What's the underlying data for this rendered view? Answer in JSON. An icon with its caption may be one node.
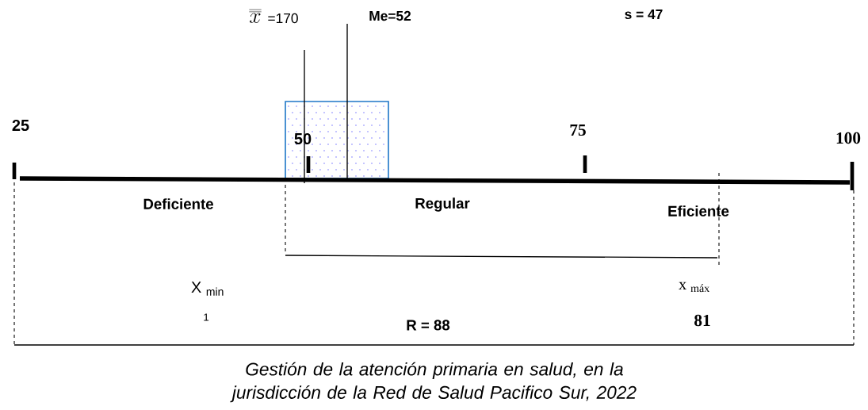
{
  "diagram": {
    "caption": "Gestión de la atención primaria en salud, en la jurisdicción de la Red de Salud Pacifico Sur, 2022",
    "labels": [
      "\\overline{\\overline{x}}",
      "=170",
      "Me=52",
      "s = 47",
      "25",
      "50",
      "75",
      "100",
      "Deficiente",
      "Regular",
      "Eficiente",
      "X $_{min}$",
      "x $_{máx}$",
      "1",
      "R = 88",
      "81"
    ]
  }
}
